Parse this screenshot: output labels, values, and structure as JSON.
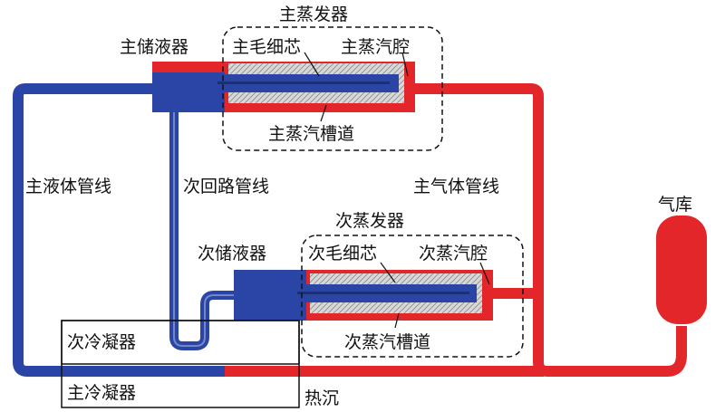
{
  "labels": {
    "main_evaporator": "主蒸发器",
    "main_reservoir": "主储液器",
    "main_wick": "主毛细芯",
    "main_vapor_chamber": "主蒸汽腔",
    "main_vapor_groove": "主蒸汽槽道",
    "main_liquid_line": "主液体管线",
    "secondary_loop_line": "次回路管线",
    "main_vapor_line": "主气体管线",
    "secondary_evaporator": "次蒸发器",
    "secondary_reservoir": "次储液器",
    "secondary_wick": "次毛细芯",
    "secondary_vapor_chamber": "次蒸汽腔",
    "secondary_vapor_groove": "次蒸汽槽道",
    "gas_reservoir": "气库",
    "secondary_condenser": "次冷凝器",
    "main_condenser": "主冷凝器",
    "heat_sink": "热沉"
  },
  "colors": {
    "liquid_blue": "#2a45a6",
    "vapor_red": "#e3262a",
    "wick_gray": "#cfcfcf",
    "outline": "#111111"
  }
}
